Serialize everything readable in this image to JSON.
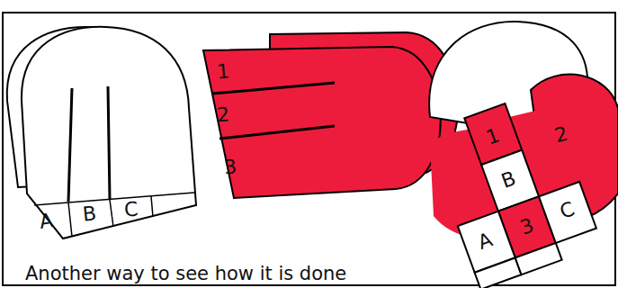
{
  "diagram": {
    "caption": "Another way to see how it is done",
    "labels": [
      "A",
      "B",
      "C",
      "1",
      "2",
      "3",
      "1",
      "B",
      "2",
      "A",
      "3",
      "C"
    ]
  }
}
